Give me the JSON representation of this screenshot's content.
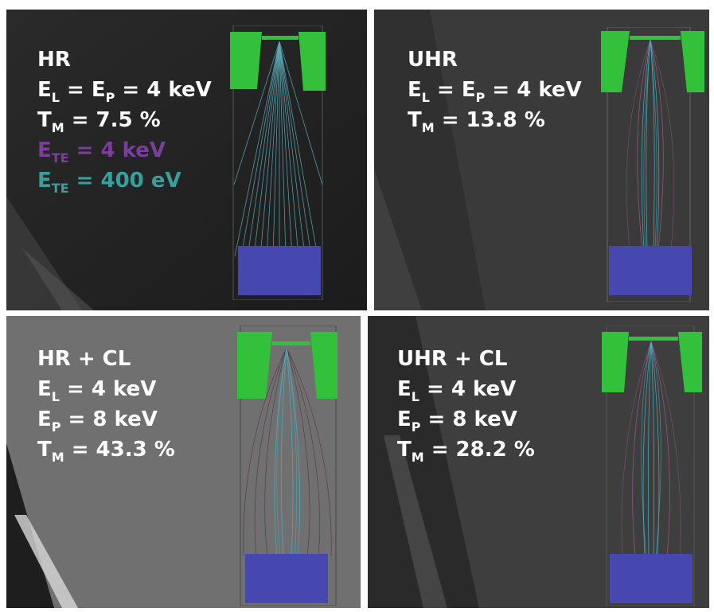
{
  "colors": {
    "label_text": "#ffffff",
    "te_4kev_label": "#7a3e9d",
    "te_400ev_label": "#3a9f9c",
    "trajectory_400ev": "#46b3c6",
    "trajectory_4kev": "#9a5a86",
    "electrode": "#33c13c",
    "detector": "#4747b0"
  },
  "panels": [
    {
      "id": "hr",
      "lines": [
        {
          "main": "HR",
          "sub1": "",
          "mid": "",
          "sub2": "",
          "rest": "",
          "color": "#ffffff"
        },
        {
          "main": "E",
          "sub1": "L",
          "mid": " = E",
          "sub2": "P",
          "rest": " = 4 keV",
          "color": "#ffffff"
        },
        {
          "main": "T",
          "sub1": "M",
          "mid": " = 7.5 %",
          "sub2": "",
          "rest": "",
          "color": "#ffffff"
        },
        {
          "main": "E",
          "sub1": "TE",
          "mid": " = 4 keV",
          "sub2": "",
          "rest": "",
          "color": "#7a3e9d"
        },
        {
          "main": "E",
          "sub1": "TE",
          "mid": " = 400 eV",
          "sub2": "",
          "rest": "",
          "color": "#3a9f9c"
        }
      ]
    },
    {
      "id": "uhr",
      "lines": [
        {
          "main": "UHR",
          "sub1": "",
          "mid": "",
          "sub2": "",
          "rest": "",
          "color": "#ffffff"
        },
        {
          "main": "E",
          "sub1": "L",
          "mid": " = E",
          "sub2": "P",
          "rest": " = 4 keV",
          "color": "#ffffff"
        },
        {
          "main": "T",
          "sub1": "M",
          "mid": " = 13.8 %",
          "sub2": "",
          "rest": "",
          "color": "#ffffff"
        }
      ]
    },
    {
      "id": "hr-cl",
      "lines": [
        {
          "main": "HR + CL",
          "sub1": "",
          "mid": "",
          "sub2": "",
          "rest": "",
          "color": "#ffffff"
        },
        {
          "main": "E",
          "sub1": "L",
          "mid": " = 4 keV",
          "sub2": "",
          "rest": "",
          "color": "#ffffff"
        },
        {
          "main": "E",
          "sub1": "P",
          "mid": " = 8 keV",
          "sub2": "",
          "rest": "",
          "color": "#ffffff"
        },
        {
          "main": "T",
          "sub1": "M",
          "mid": " = 43.3 %",
          "sub2": "",
          "rest": "",
          "color": "#ffffff"
        }
      ]
    },
    {
      "id": "uhr-cl",
      "lines": [
        {
          "main": "UHR + CL",
          "sub1": "",
          "mid": "",
          "sub2": "",
          "rest": "",
          "color": "#ffffff"
        },
        {
          "main": "E",
          "sub1": "L",
          "mid": " = 4 keV",
          "sub2": "",
          "rest": "",
          "color": "#ffffff"
        },
        {
          "main": "E",
          "sub1": "P",
          "mid": " = 8 keV",
          "sub2": "",
          "rest": "",
          "color": "#ffffff"
        },
        {
          "main": "T",
          "sub1": "M",
          "mid": " = 28.2 %",
          "sub2": "",
          "rest": "",
          "color": "#ffffff"
        }
      ]
    }
  ]
}
